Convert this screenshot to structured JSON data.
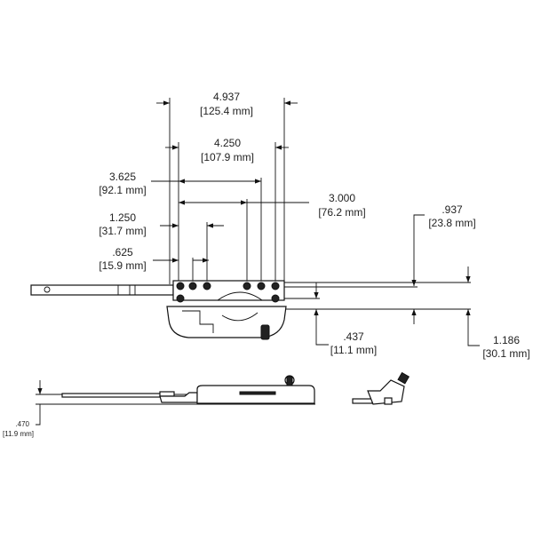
{
  "dimensions": [
    {
      "id": "overall-width",
      "inch": "4.937",
      "mm": "[125.4 mm]"
    },
    {
      "id": "mount-width",
      "inch": "4.250",
      "mm": "[107.9 mm]"
    },
    {
      "id": "hole-3625",
      "inch": "3.625",
      "mm": "[92.1 mm]"
    },
    {
      "id": "hole-3000",
      "inch": "3.000",
      "mm": "[76.2 mm]"
    },
    {
      "id": "hole-1250",
      "inch": "1.250",
      "mm": "[31.7 mm]"
    },
    {
      "id": "hole-0625",
      "inch": ".625",
      "mm": "[15.9 mm]"
    },
    {
      "id": "height-0937",
      "inch": ".937",
      "mm": "[23.8 mm]"
    },
    {
      "id": "height-0437",
      "inch": ".437",
      "mm": "[11.1 mm]"
    },
    {
      "id": "height-1186",
      "inch": "1.186",
      "mm": "[30.1 mm]"
    },
    {
      "id": "side-0470",
      "inch": ".470",
      "mm": "[11.9 mm]"
    }
  ]
}
